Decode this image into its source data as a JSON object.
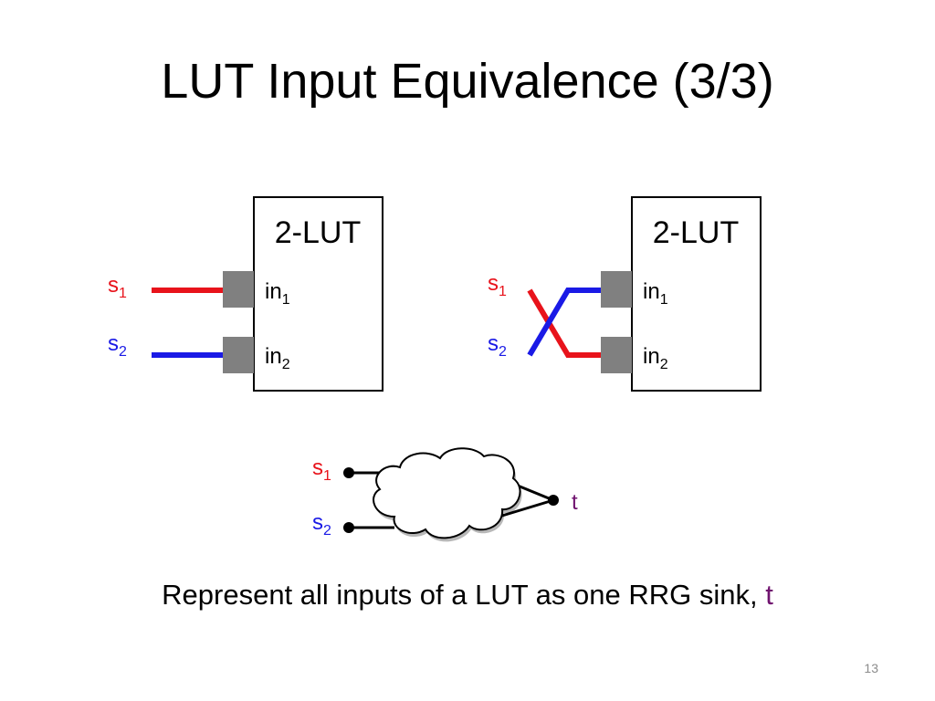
{
  "slide": {
    "title": "LUT Input Equivalence (3/3)",
    "slide_number": "13"
  },
  "colors": {
    "signal_s1": "#e8131b",
    "signal_s2": "#1a1ae6",
    "pin_fill": "#808080",
    "sink_t": "#70136f"
  },
  "lut_left": {
    "label": "2-LUT",
    "pins": [
      {
        "name": "in",
        "sub": "1"
      },
      {
        "name": "in",
        "sub": "2"
      }
    ],
    "signals": [
      {
        "name": "s",
        "sub": "1"
      },
      {
        "name": "s",
        "sub": "2"
      }
    ]
  },
  "lut_right": {
    "label": "2-LUT",
    "pins": [
      {
        "name": "in",
        "sub": "1"
      },
      {
        "name": "in",
        "sub": "2"
      }
    ],
    "signals": [
      {
        "name": "s",
        "sub": "1"
      },
      {
        "name": "s",
        "sub": "2"
      }
    ]
  },
  "rrg": {
    "sources": [
      {
        "name": "s",
        "sub": "1"
      },
      {
        "name": "s",
        "sub": "2"
      }
    ],
    "sink": "t",
    "icons": [
      "cloud-icon"
    ]
  },
  "caption": {
    "text": "Represent all inputs of a LUT as one RRG sink, ",
    "highlight": "t"
  }
}
